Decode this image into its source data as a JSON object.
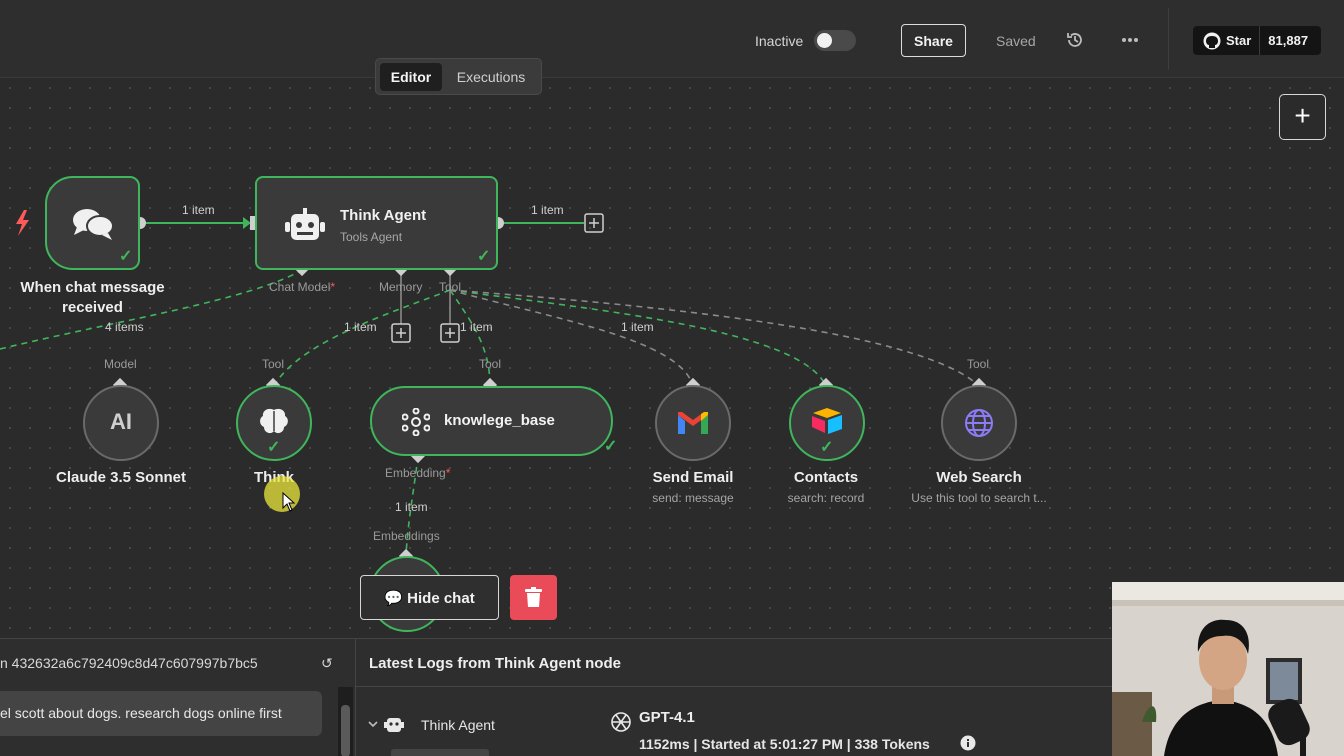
{
  "header": {
    "inactive_label": "Inactive",
    "share_label": "Share",
    "saved_label": "Saved",
    "github_star_label": "Star",
    "github_star_count": "81,887"
  },
  "tabs": {
    "editor": "Editor",
    "executions": "Executions"
  },
  "nodes": {
    "trigger": {
      "label": "When chat message received"
    },
    "agent": {
      "title": "Think Agent",
      "subtitle": "Tools Agent"
    },
    "claude": {
      "label": "Claude 3.5 Sonnet",
      "port": "Model",
      "icon_text": "AI"
    },
    "think": {
      "label": "Think",
      "port": "Tool"
    },
    "knowledge_base": {
      "label": "knowlege_base",
      "port": "Tool"
    },
    "send_email": {
      "label": "Send Email",
      "subtitle": "send: message"
    },
    "contacts": {
      "label": "Contacts",
      "subtitle": "search: record"
    },
    "web_search": {
      "label": "Web Search",
      "subtitle": "Use this tool to search t...",
      "port": "Tool"
    }
  },
  "ports": {
    "chat_model": "Chat Model",
    "memory": "Memory",
    "tool": "Tool",
    "embedding": "Embedding",
    "embeddings": "Embeddings",
    "required_marker": "*"
  },
  "wire_labels": {
    "trigger_to_agent": "1 item",
    "agent_out": "1 item",
    "model": "4 items",
    "think": "1 item",
    "kb": "1 item",
    "tools": "1 item",
    "embedding": "1 item"
  },
  "hide_chat_label": "Hide chat",
  "bottom": {
    "session_id": "n 432632a6c792409c8d47c607997b7bc5",
    "chat_message": "el scott about dogs. research dogs online first",
    "logs_title": "Latest Logs from Think Agent node",
    "log_row_label": "Think Agent",
    "log_model": "GPT-4.1",
    "log_meta": "1152ms | Started at 5:01:27 PM |   338 Tokens"
  },
  "colors": {
    "success_green": "#3fb65c",
    "trigger_red": "#ff5a5a",
    "delete_red": "#ea4b59",
    "canvas_bg": "#2b2b2b"
  }
}
